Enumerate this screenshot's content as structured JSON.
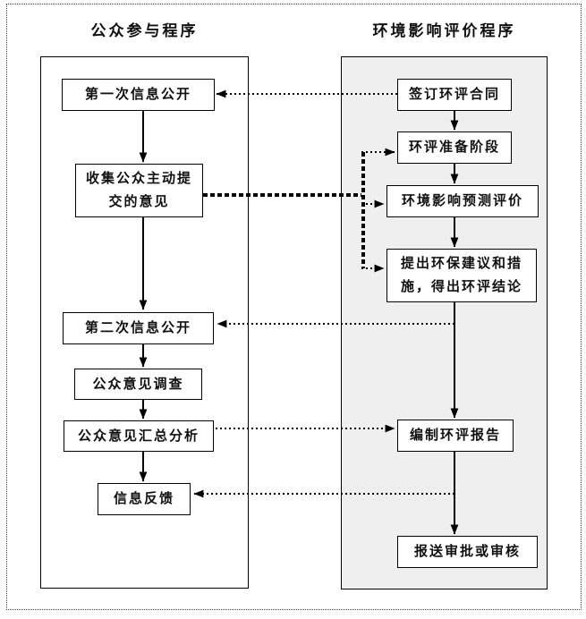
{
  "diagram": {
    "left_column": {
      "title": "公众参与程序",
      "boxes": [
        {
          "name": "first-info-disclosure",
          "text": "第一次信息公开"
        },
        {
          "name": "collect-public-opinions",
          "text": "收集公众主动提\n交的意见"
        },
        {
          "name": "second-info-disclosure",
          "text": "第二次信息公开"
        },
        {
          "name": "public-opinion-survey",
          "text": "公众意见调查"
        },
        {
          "name": "opinion-summary-analysis",
          "text": "公众意见汇总分析"
        },
        {
          "name": "information-feedback",
          "text": "信息反馈"
        }
      ]
    },
    "right_column": {
      "title": "环境影响评价程序",
      "boxes": [
        {
          "name": "sign-eia-contract",
          "text": "签订环评合同"
        },
        {
          "name": "eia-preparation-stage",
          "text": "环评准备阶段"
        },
        {
          "name": "impact-prediction-evaluation",
          "text": "环境影响预测评价"
        },
        {
          "name": "propose-measures-conclusion",
          "text": "提出环保建议和措\n施，得出环评结论"
        },
        {
          "name": "compile-eia-report",
          "text": "编制环评报告"
        },
        {
          "name": "submit-for-approval",
          "text": "报送审批或审核"
        }
      ]
    },
    "colors": {
      "line": "#000000",
      "right_panel_bg": "#efefef",
      "box_bg": "#ffffff",
      "text": "#111111"
    }
  }
}
